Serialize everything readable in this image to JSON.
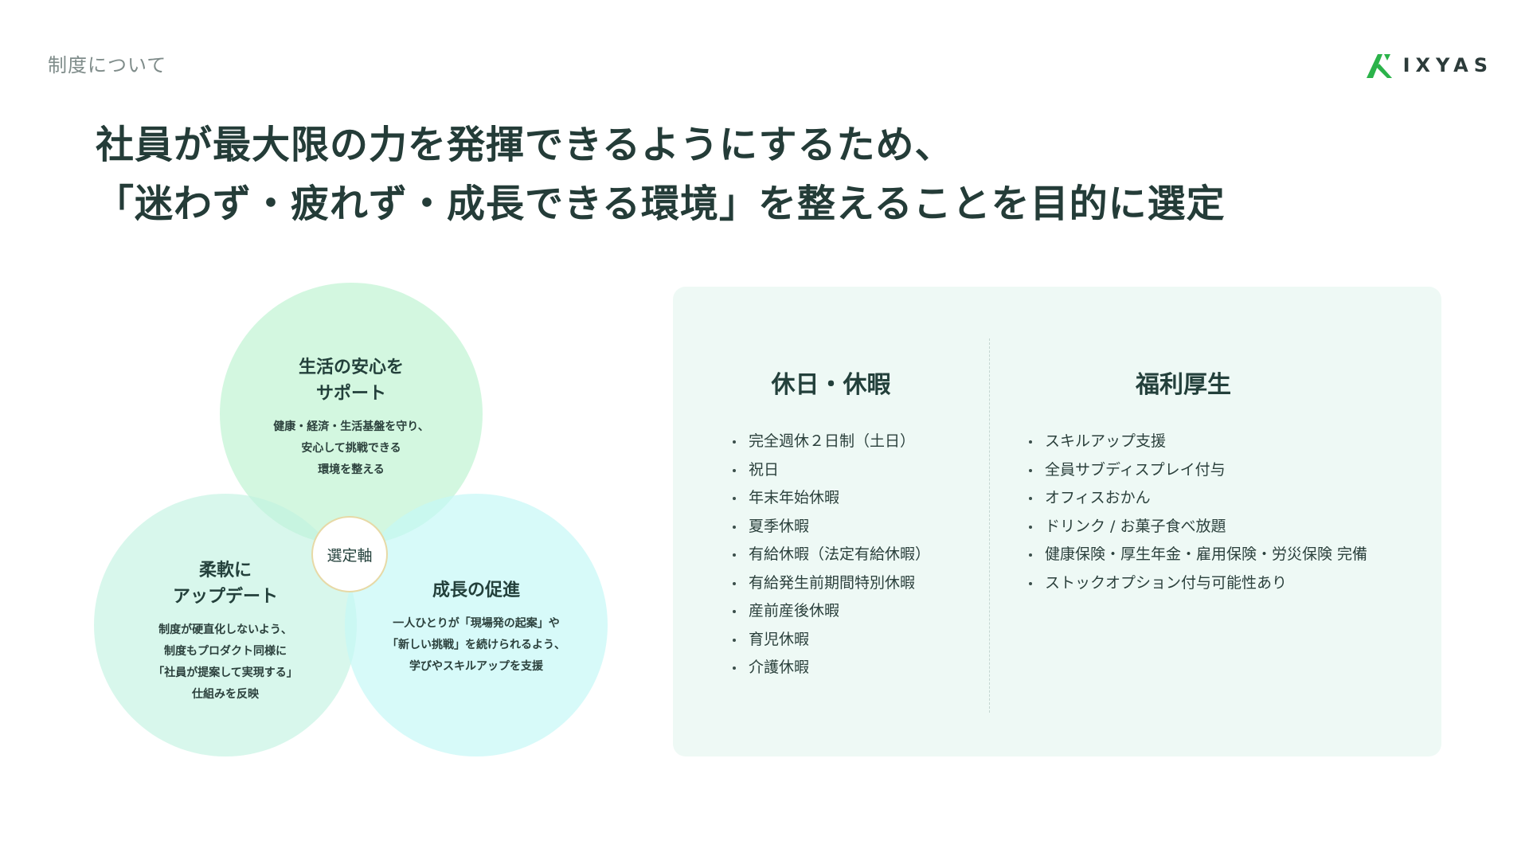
{
  "header": {
    "section_label": "制度について",
    "logo_text": "IXYAS",
    "logo_icon": "ixyas-mark-icon"
  },
  "headline": {
    "line1": "社員が最大限の力を発揮できるようにするため、",
    "line2": "「迷わず・疲れず・成長できる環境」を整えることを目的に選定"
  },
  "venn": {
    "center_label": "選定軸",
    "circles": [
      {
        "title_lines": [
          "生活の安心を",
          "サポート"
        ],
        "desc_lines": [
          "健康・経済・生活基盤を守り、",
          "安心して挑戦できる",
          "環境を整える"
        ]
      },
      {
        "title_lines": [
          "柔軟に",
          "アップデート"
        ],
        "desc_lines": [
          "制度が硬直化しないよう、",
          "制度もプロダクト同様に",
          "「社員が提案して実現する」",
          "仕組みを反映"
        ]
      },
      {
        "title_lines": [
          "成長の促進"
        ],
        "desc_lines": [
          "一人ひとりが「現場発の起案」や",
          "「新しい挑戦」を続けられるよう、",
          "学びやスキルアップを支援"
        ]
      }
    ]
  },
  "benefits": {
    "holidays": {
      "title": "休日・休暇",
      "items": [
        "完全週休２日制（土日）",
        "祝日",
        "年末年始休暇",
        "夏季休暇",
        "有給休暇（法定有給休暇）",
        "有給発生前期間特別休暇",
        "産前産後休暇",
        "育児休暇",
        "介護休暇"
      ]
    },
    "welfare": {
      "title": "福利厚生",
      "items": [
        "スキルアップ支援",
        "全員サブディスプレイ付与",
        "オフィスおかん",
        "ドリンク / お菓子食べ放題",
        "健康保険・厚生年金・雇用保険・労災保険 完備",
        "ストックオプション付与可能性あり"
      ]
    }
  },
  "colors": {
    "brand_green": "#2bb34a",
    "text_dark": "#23403b",
    "panel_bg": "#eef9f5",
    "circle_top": "#c4f4d5",
    "circle_left": "#c0f2e0",
    "circle_right": "#c4f8f6"
  }
}
